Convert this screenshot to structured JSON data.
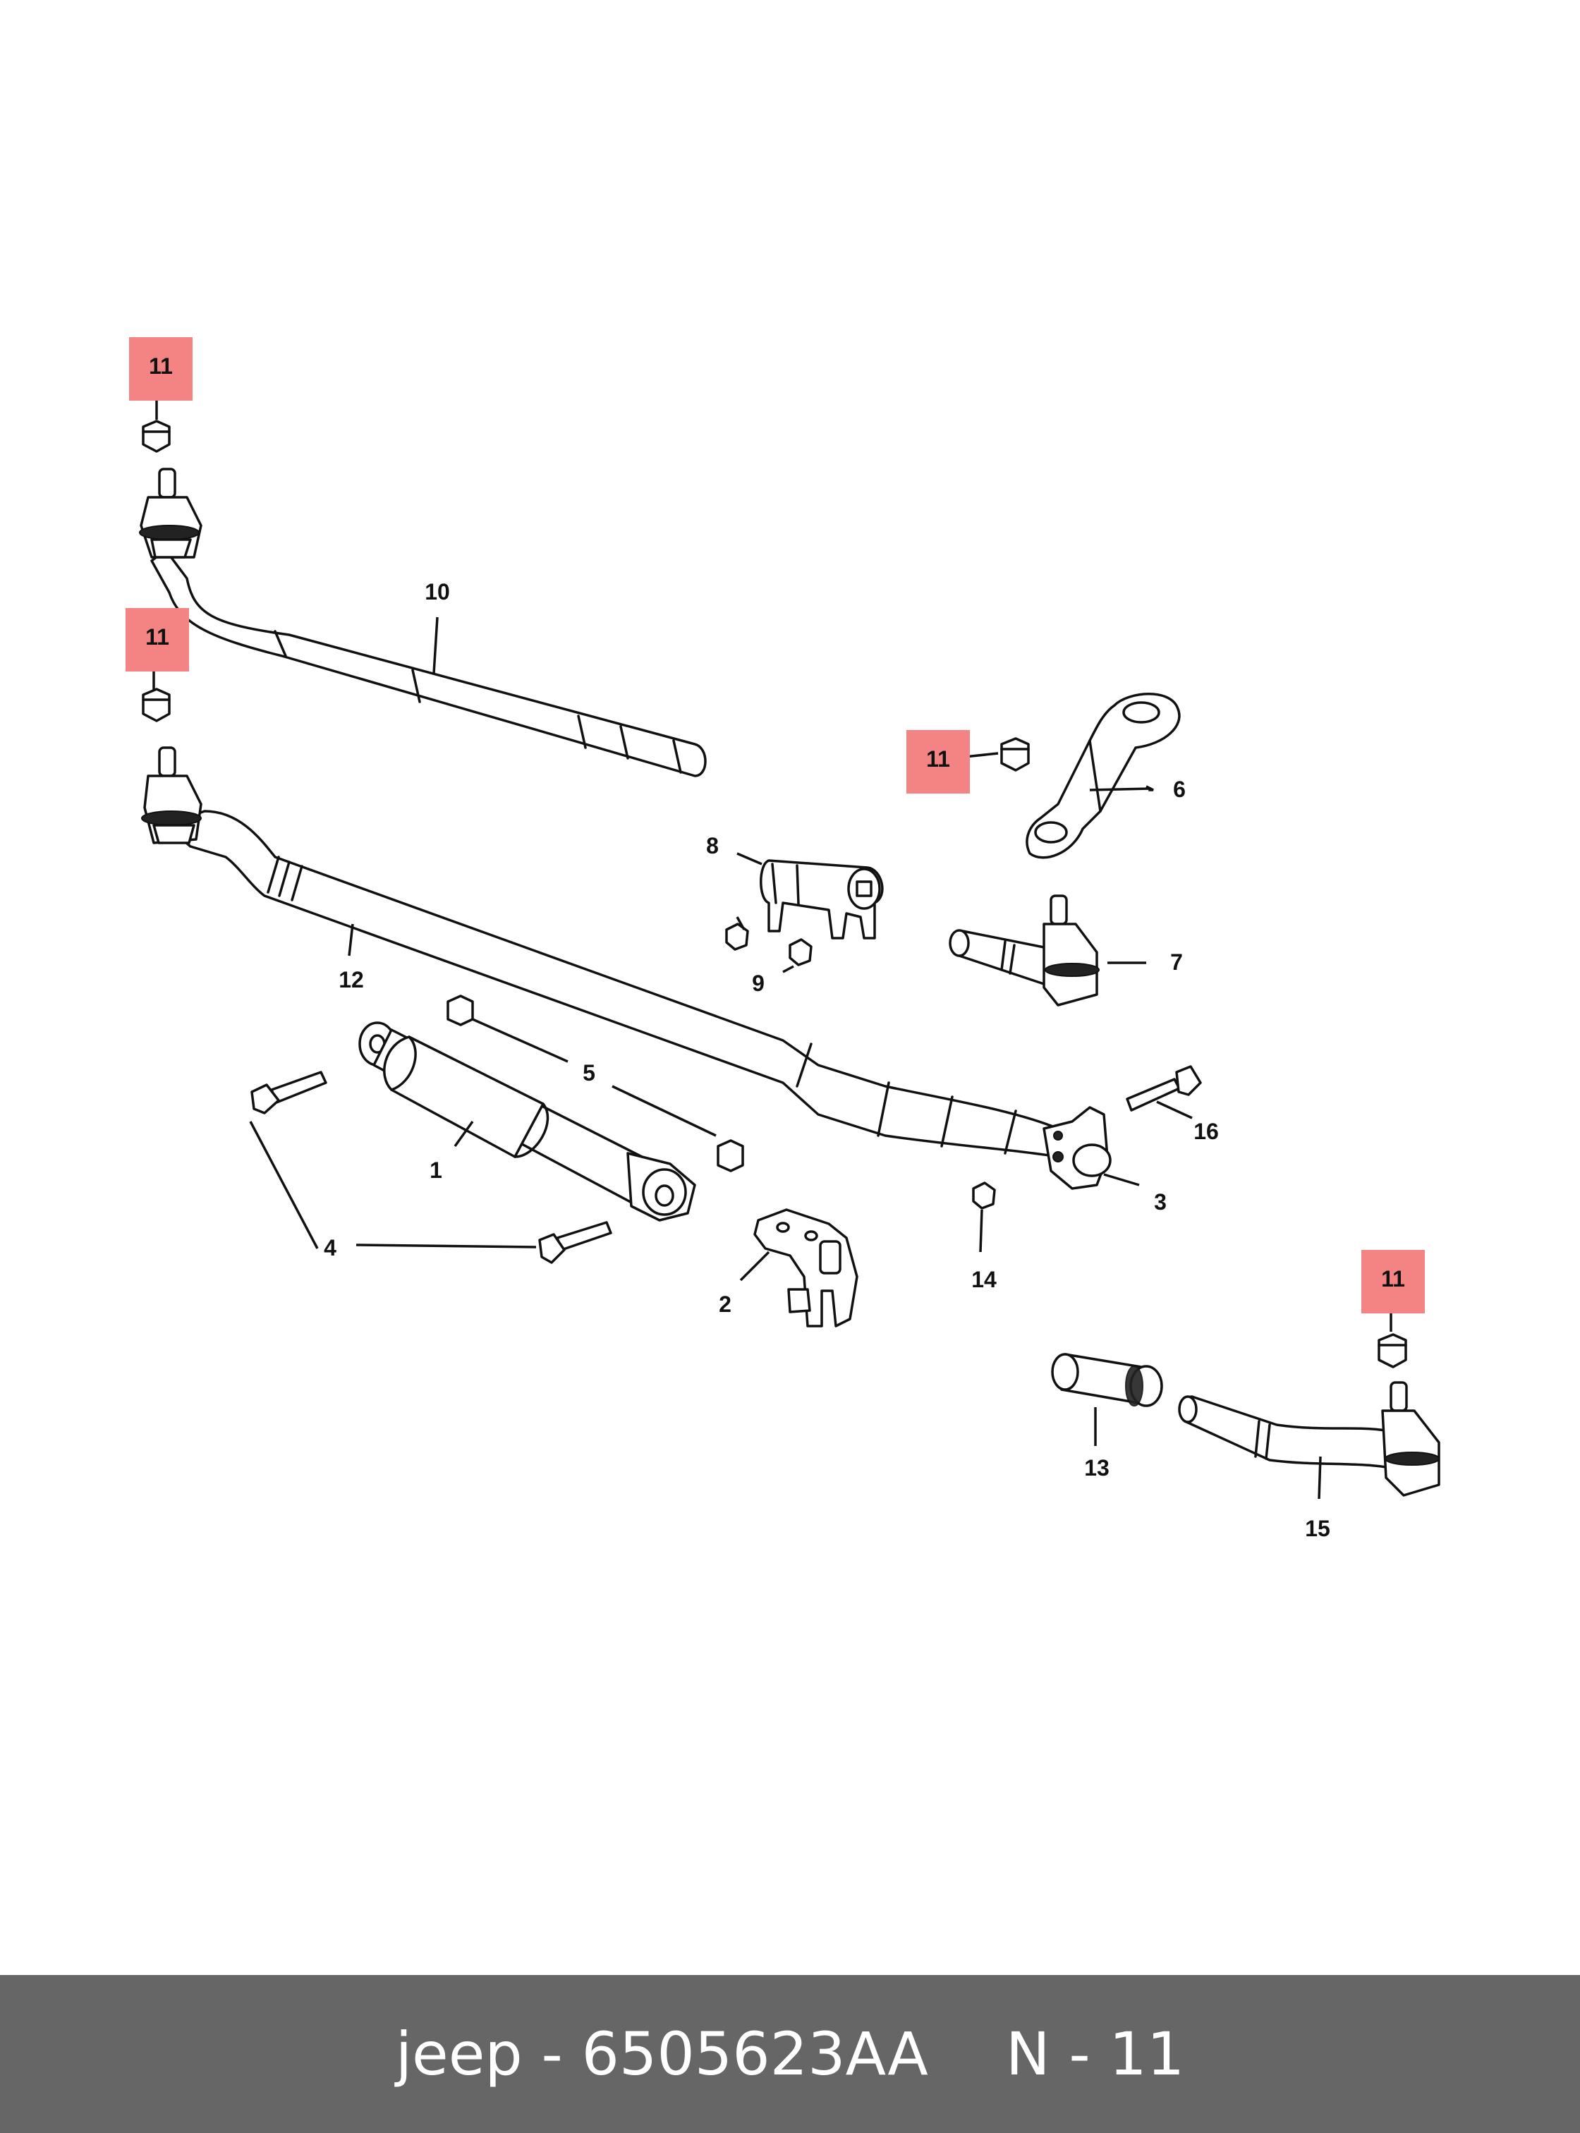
{
  "diagram": {
    "callouts": {
      "c1": "1",
      "c2": "2",
      "c3": "3",
      "c4": "4",
      "c5": "5",
      "c6": "6",
      "c7": "7",
      "c8": "8",
      "c9": "9",
      "c10": "10",
      "c11a": "11",
      "c11b": "11",
      "c11c": "11",
      "c11d": "11",
      "c12": "12",
      "c13": "13",
      "c14": "14",
      "c15": "15",
      "c16": "16"
    },
    "highlight_color": "#f48484"
  },
  "footer": {
    "brand": "jeep",
    "part_number": "6505623AA",
    "position": "N - 11",
    "background": "#666666"
  }
}
